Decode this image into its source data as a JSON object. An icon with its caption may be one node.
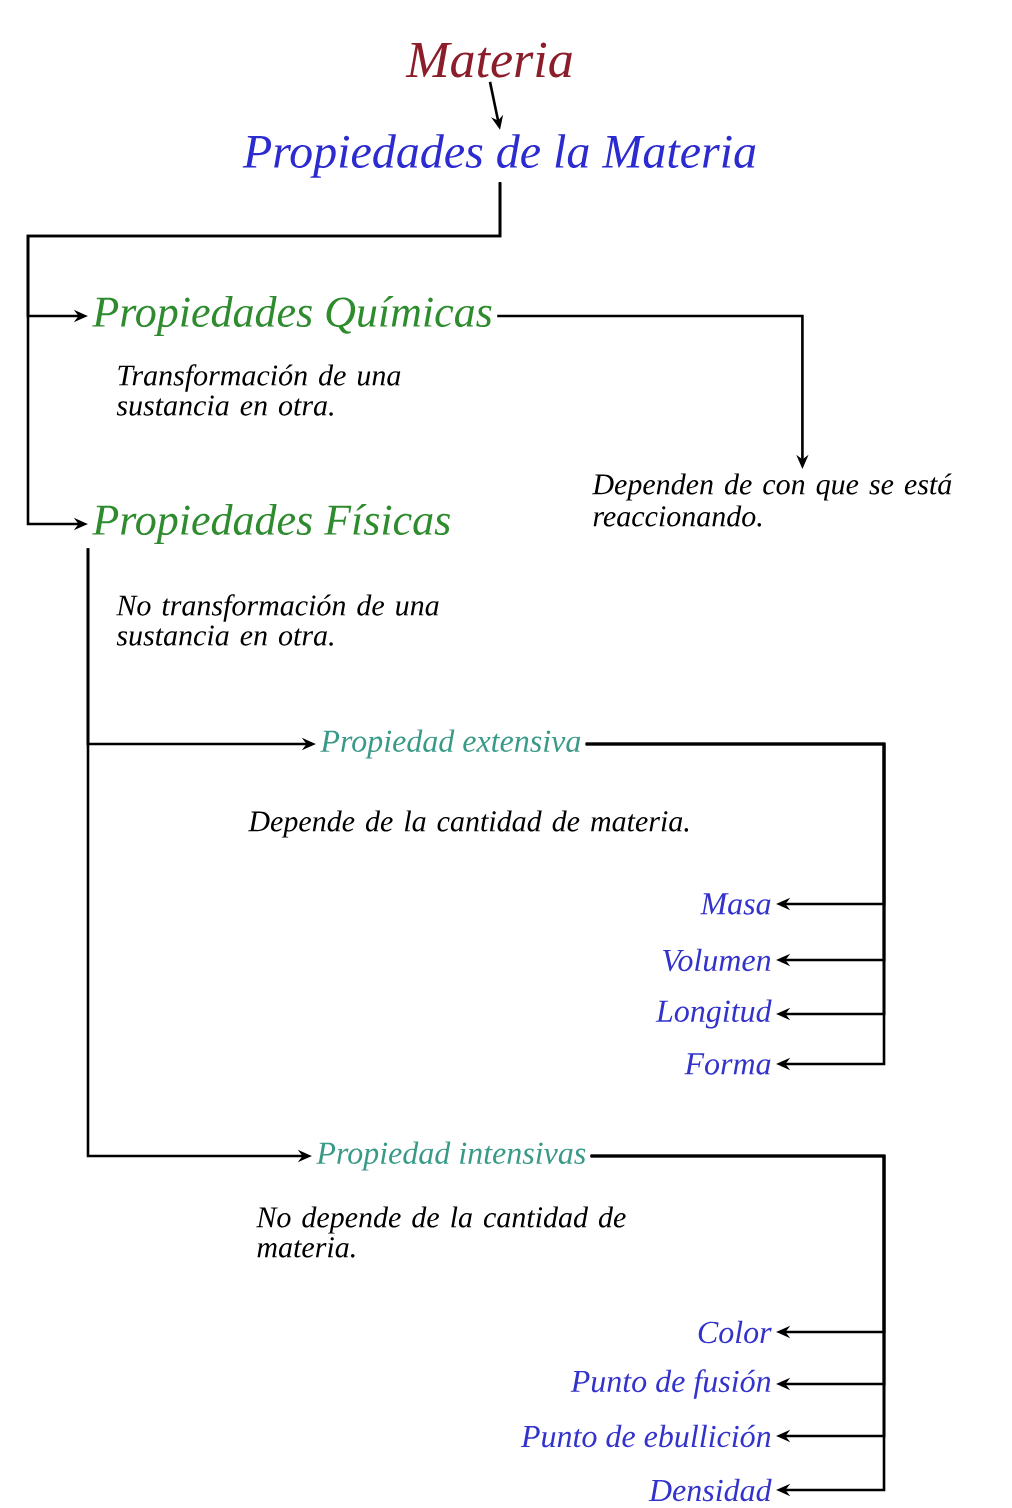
{
  "diagram": {
    "nodes": [
      {
        "text": [
          "Materia"
        ]
      },
      {
        "text": [
          "Propiedades de la Materia"
        ]
      },
      {
        "text": [
          "Propiedades Químicas"
        ],
        "beside": [
          "Transformación de una sustancia en otra."
        ]
      },
      {
        "text": [
          "Dependen de con que se está reaccionando."
        ]
      },
      {
        "text": [
          "Propiedades Físicas"
        ],
        "beside": [
          "No transformación de una sustancia en otra."
        ]
      },
      {
        "text": [
          "Propiedad extensiva"
        ],
        "beside": [
          "Depende de la cantidad de materia."
        ]
      },
      {
        "text": [
          "Masa"
        ]
      },
      {
        "text": [
          "Volumen"
        ]
      },
      {
        "text": [
          "Longitud"
        ]
      },
      {
        "text": [
          "Forma"
        ]
      },
      {
        "text": [
          "Propiedad intensivas"
        ],
        "beside": [
          "No depende de la cantidad de materia."
        ]
      },
      {
        "text": [
          "Color"
        ]
      },
      {
        "text": [
          "Punto de fusión"
        ]
      },
      {
        "text": [
          "Punto de ebullición"
        ]
      },
      {
        "text": [
          "Densidad"
        ]
      }
    ],
    "edges": [
      {
        "from": 0,
        "to": 1,
        "arrow": "to"
      },
      {
        "from": 1,
        "to": 2,
        "arrow": "to"
      },
      {
        "from": 1,
        "to": 4,
        "arrow": "to"
      },
      {
        "from": 2,
        "to": 3,
        "arrow": "to"
      },
      {
        "from": 4,
        "to": 5,
        "arrow": "to"
      },
      {
        "from": 4,
        "to": 10,
        "arrow": "to"
      },
      {
        "from": 5,
        "to": 6,
        "arrow": "to"
      },
      {
        "from": 5,
        "to": 7,
        "arrow": "to"
      },
      {
        "from": 5,
        "to": 8,
        "arrow": "to"
      },
      {
        "from": 5,
        "to": 9,
        "arrow": "to"
      },
      {
        "from": 10,
        "to": 11,
        "arrow": "to"
      },
      {
        "from": 10,
        "to": 12,
        "arrow": "to"
      },
      {
        "from": 10,
        "to": 13,
        "arrow": "to"
      },
      {
        "from": 10,
        "to": 14,
        "arrow": "to"
      }
    ]
  }
}
